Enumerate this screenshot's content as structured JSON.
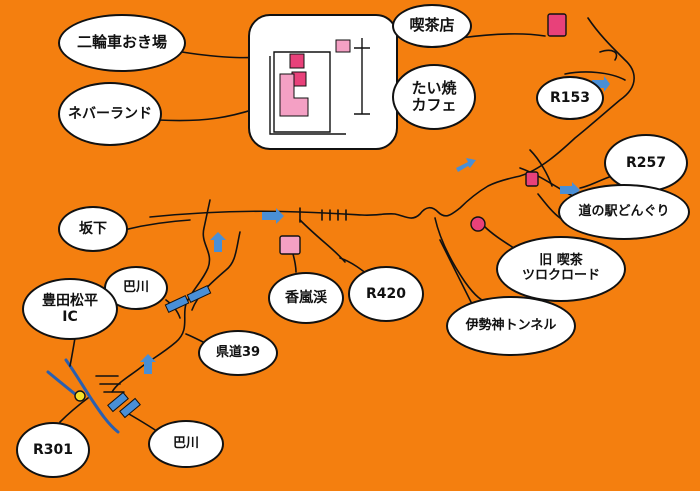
{
  "colors": {
    "background": "#f47f0f",
    "marker": "#e8417a",
    "marker_light": "#f4a0c4",
    "road_arrow": "#4a8fd6",
    "line": "#111111"
  },
  "labels": {
    "nirin_parking": "二輪車おき場",
    "kissaten": "喫茶店",
    "neverland": "ネバーランド",
    "taiyaki_cafe": "たい焼\nカフェ",
    "r153": "R153",
    "r257": "R257",
    "michinoeki": "道の駅どんぐり",
    "sakamoto": "坂下",
    "mikawa_top": "巴川",
    "toyota_ic": "豊田松平\nIC",
    "kenmichi39": "県道39",
    "kourankei": "香嵐渓",
    "r420": "R420",
    "old_kissaten": "旧 喫茶\nツロクロード",
    "isegami_tunnel": "伊勢神トンネル",
    "r301": "R301",
    "mikawa_bottom": "巴川"
  },
  "icons": [
    "station-marker",
    "road-arrow",
    "bridge",
    "interchange"
  ]
}
